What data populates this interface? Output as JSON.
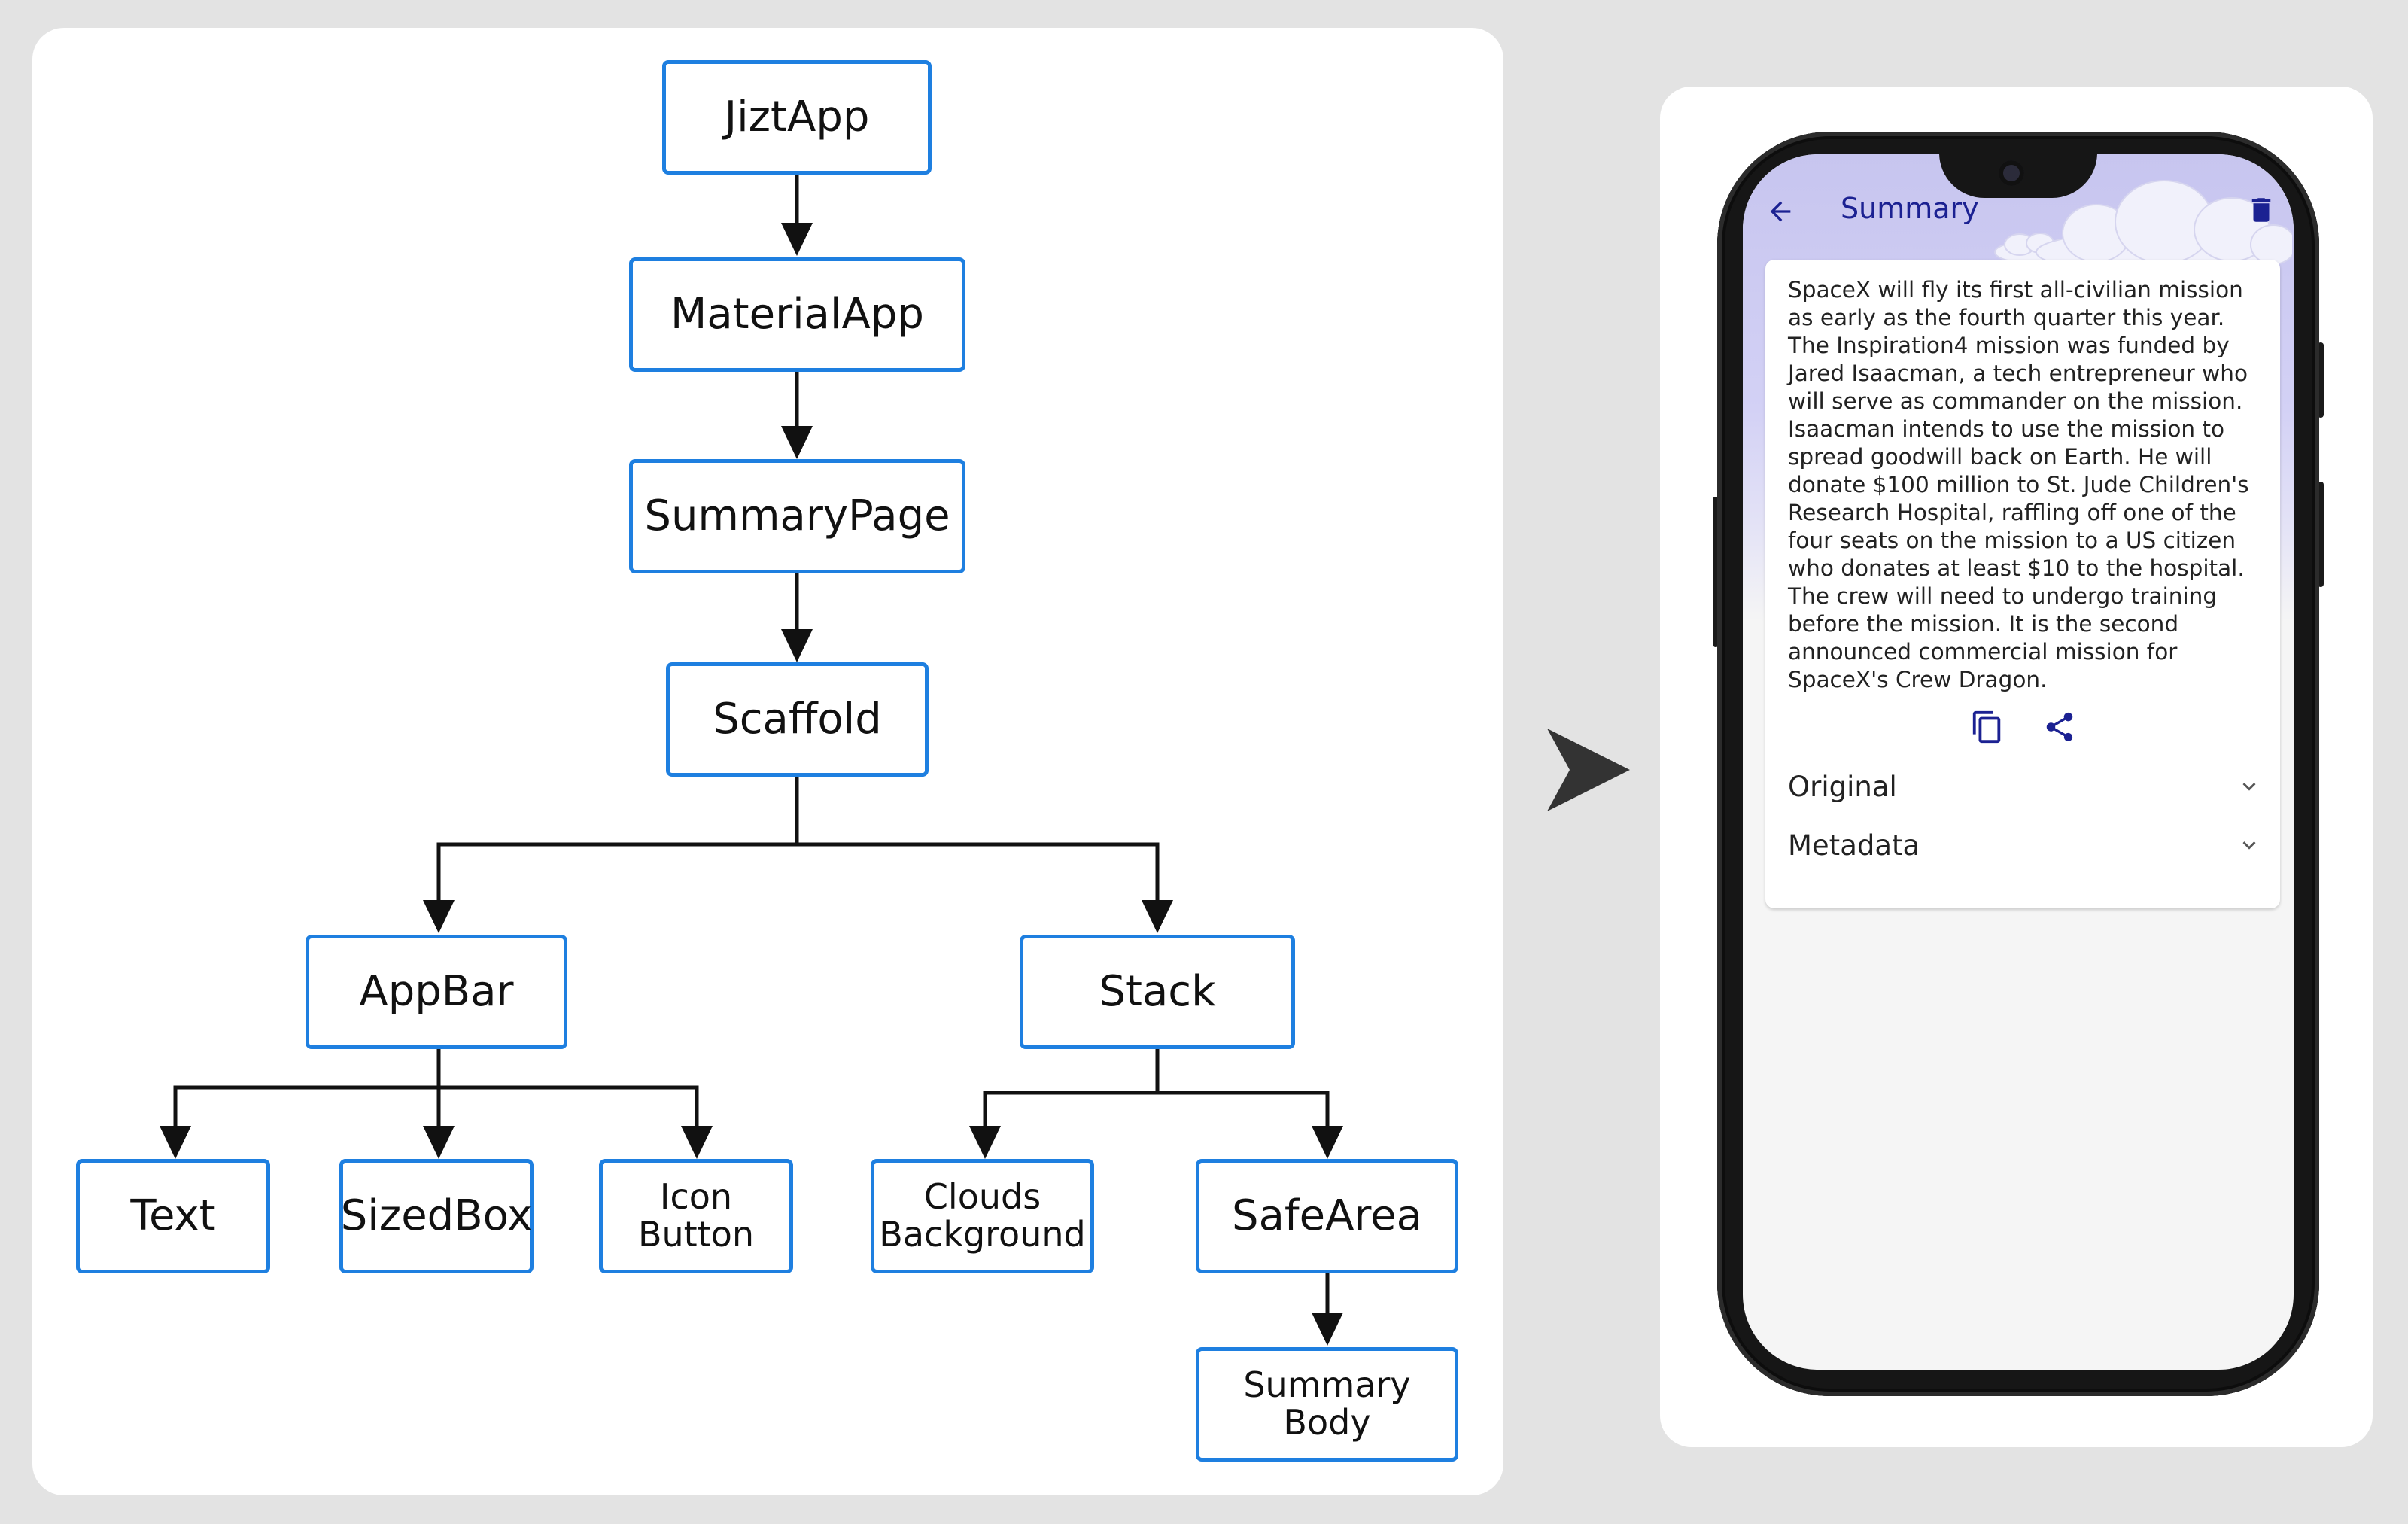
{
  "tree": {
    "nodes": {
      "jiztapp": "JiztApp",
      "materialapp": "MaterialApp",
      "summarypage": "SummaryPage",
      "scaffold": "Scaffold",
      "appbar": "AppBar",
      "stack": "Stack",
      "text": "Text",
      "sizedbox": "SizedBox",
      "iconbutton": "Icon\nButton",
      "clouds": "Clouds\nBackground",
      "safearea": "SafeArea",
      "summarybody": "Summary\nBody"
    },
    "edges": [
      [
        "jiztapp",
        "materialapp"
      ],
      [
        "materialapp",
        "summarypage"
      ],
      [
        "summarypage",
        "scaffold"
      ],
      [
        "scaffold",
        "appbar"
      ],
      [
        "scaffold",
        "stack"
      ],
      [
        "appbar",
        "text"
      ],
      [
        "appbar",
        "sizedbox"
      ],
      [
        "appbar",
        "iconbutton"
      ],
      [
        "stack",
        "clouds"
      ],
      [
        "stack",
        "safearea"
      ],
      [
        "safearea",
        "summarybody"
      ]
    ],
    "colors": {
      "node_border": "#1e7fe0",
      "edge": "#111111"
    }
  },
  "phone": {
    "app_bar": {
      "title": "Summary",
      "back_icon": "arrow-back-icon",
      "action_icon": "delete-icon",
      "title_color": "#1b2192"
    },
    "summary": "SpaceX will fly its first all-civilian mission as early as the fourth quarter this year. The Inspiration4 mission was funded by Jared Isaacman, a tech entrepreneur who will serve as commander on the mission. Isaacman intends to use the mission to spread goodwill back on Earth. He will donate $100 million to St. Jude Children's Research Hospital, raffling off one of the four seats on the mission to a US citizen who donates at least $10 to the hospital. The crew will need to undergo training before the mission. It is the second announced commercial mission for SpaceX's Crew Dragon.",
    "actions": [
      "copy-icon",
      "share-icon"
    ],
    "sections": [
      {
        "label": "Original",
        "icon": "chevron-down-icon"
      },
      {
        "label": "Metadata",
        "icon": "chevron-down-icon"
      }
    ]
  }
}
